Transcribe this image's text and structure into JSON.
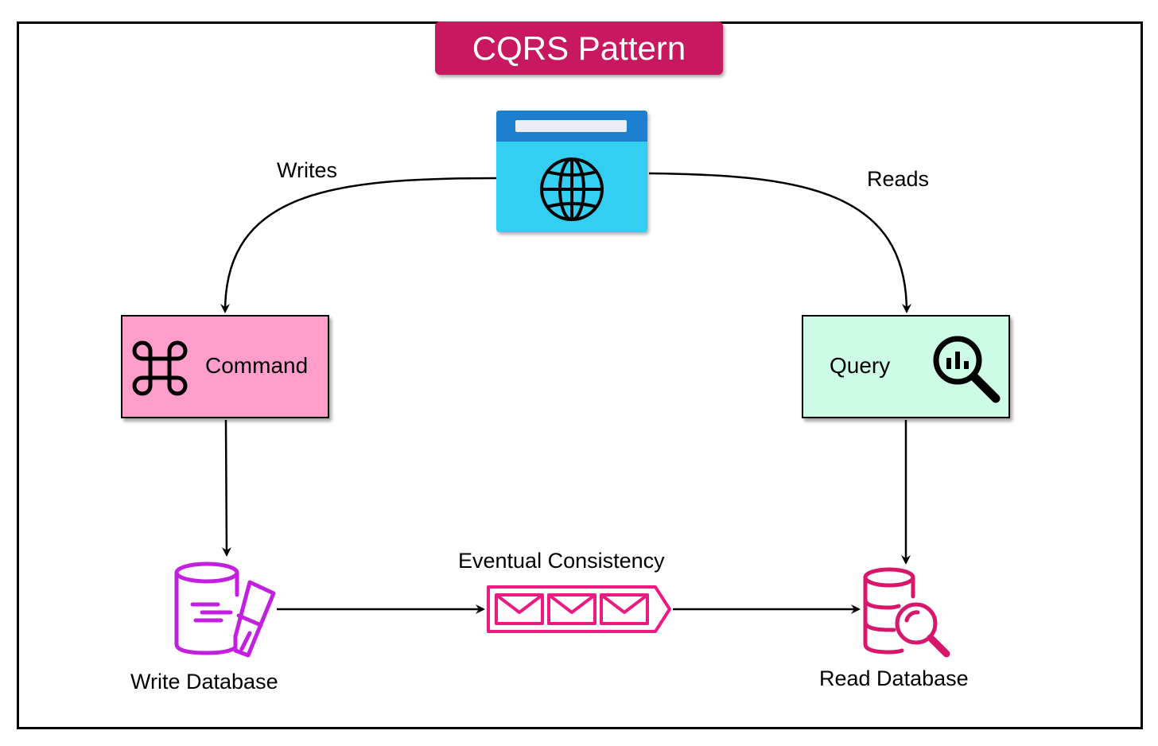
{
  "title": "CQRS Pattern",
  "nodes": {
    "web_app": {
      "icon": "browser-globe-icon"
    },
    "command": {
      "label": "Command",
      "icon": "command-key-icon",
      "fill": "#ff9dcb"
    },
    "query": {
      "label": "Query",
      "icon": "search-analytics-icon",
      "fill": "#ccfbe6"
    },
    "write_db": {
      "label": "Write Database",
      "icon": "database-edit-icon",
      "color": "#c21fe0"
    },
    "queue": {
      "label": "Eventual Consistency",
      "icon": "message-queue-icon",
      "color": "#ee1a82"
    },
    "read_db": {
      "label": "Read Database",
      "icon": "database-search-icon",
      "color": "#d6176b"
    }
  },
  "edges": {
    "writes": {
      "label": "Writes",
      "from": "web_app",
      "to": "command"
    },
    "reads": {
      "label": "Reads",
      "from": "web_app",
      "to": "query"
    },
    "command_to_write_db": {
      "from": "command",
      "to": "write_db"
    },
    "query_to_read_db": {
      "from": "query",
      "to": "read_db"
    },
    "write_db_to_queue": {
      "from": "write_db",
      "to": "queue"
    },
    "queue_to_read_db": {
      "from": "queue",
      "to": "read_db"
    }
  },
  "colors": {
    "title_bg": "#c8185f",
    "browser_blue": "#1f7fd0",
    "browser_cyan": "#33cff2"
  }
}
